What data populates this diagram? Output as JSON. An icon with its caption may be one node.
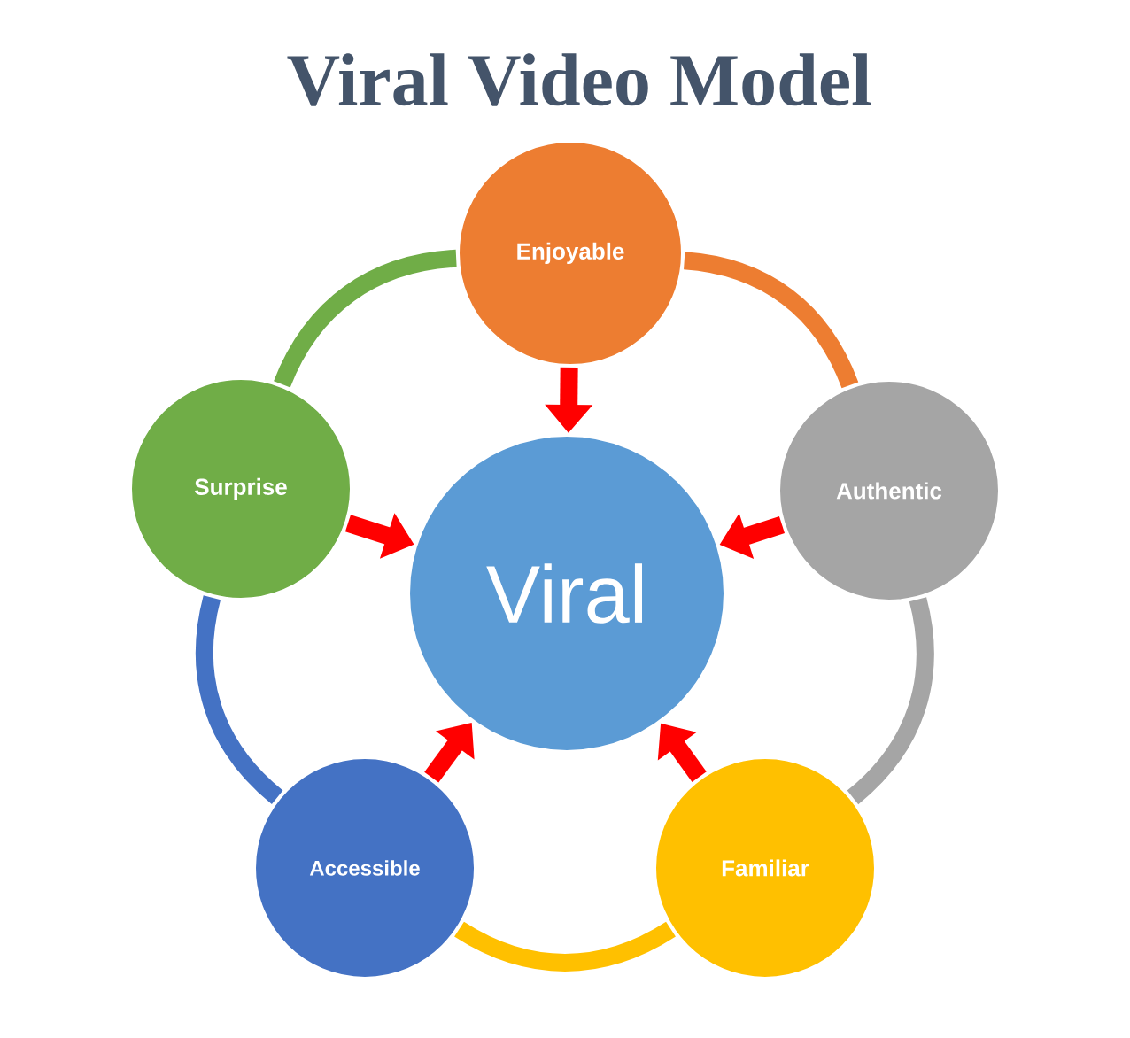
{
  "diagram": {
    "title": "Viral Video Model",
    "nodes": [
      {
        "text": [
          "Enjoyable"
        ]
      },
      {
        "text": [
          "Authentic"
        ]
      },
      {
        "text": [
          "Familiar"
        ]
      },
      {
        "text": [
          "Accessible"
        ]
      },
      {
        "text": [
          "Surprise"
        ]
      },
      {
        "text": [
          "Viral"
        ]
      }
    ],
    "edges": [
      {
        "from": 0,
        "to": 1,
        "arrow": "none",
        "color": "#ed7d31"
      },
      {
        "from": 1,
        "to": 2,
        "arrow": "none",
        "color": "#a5a5a5"
      },
      {
        "from": 2,
        "to": 3,
        "arrow": "none",
        "color": "#ffc000"
      },
      {
        "from": 3,
        "to": 4,
        "arrow": "none",
        "color": "#4472c4"
      },
      {
        "from": 4,
        "to": 0,
        "arrow": "none",
        "color": "#70ad47"
      },
      {
        "from": 0,
        "to": 5,
        "arrow": "to",
        "color": "#ff0000"
      },
      {
        "from": 1,
        "to": 5,
        "arrow": "to",
        "color": "#ff0000"
      },
      {
        "from": 2,
        "to": 5,
        "arrow": "to",
        "color": "#ff0000"
      },
      {
        "from": 3,
        "to": 5,
        "arrow": "to",
        "color": "#ff0000"
      },
      {
        "from": 4,
        "to": 5,
        "arrow": "to",
        "color": "#ff0000"
      }
    ]
  }
}
